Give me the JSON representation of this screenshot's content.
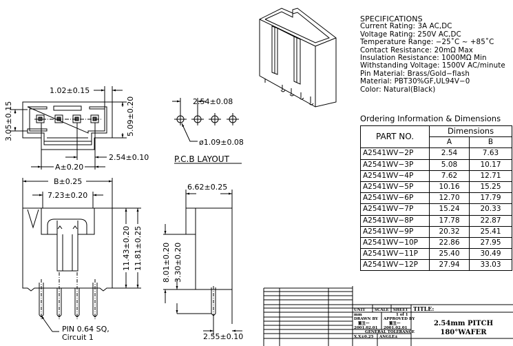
{
  "specifications": {
    "heading": "SPECIFICATIONS",
    "lines": [
      "Current Rating: 3A AC,DC",
      "Voltage Rating: 250V AC,DC",
      "Temperature Range: −25˚C ~ +85˚C",
      "Contact Resistance: 20mΩ Max",
      "Insulation Resistance: 1000MΩ Min",
      "Withstanding Voltage: 1500V AC/minute",
      "Pin Material: Brass/Gold−flash",
      "Material: PBT30%GF,UL94V−0",
      "Color: Natural(Black)"
    ]
  },
  "ordering": {
    "title": "Ordering Information & Dimensions",
    "col_part": "PART NO.",
    "col_dimensions": "Dimensions",
    "col_a": "A",
    "col_b": "B",
    "rows": [
      {
        "part": "A2541WV−2P",
        "a": "2.54",
        "b": "7.63"
      },
      {
        "part": "A2541WV−3P",
        "a": "5.08",
        "b": "10.17"
      },
      {
        "part": "A2541WV−4P",
        "a": "7.62",
        "b": "12.71"
      },
      {
        "part": "A2541WV−5P",
        "a": "10.16",
        "b": "15.25"
      },
      {
        "part": "A2541WV−6P",
        "a": "12.70",
        "b": "17.79"
      },
      {
        "part": "A2541WV−7P",
        "a": "15.24",
        "b": "20.33"
      },
      {
        "part": "A2541WV−8P",
        "a": "17.78",
        "b": "22.87"
      },
      {
        "part": "A2541WV−9P",
        "a": "20.32",
        "b": "25.41"
      },
      {
        "part": "A2541WV−10P",
        "a": "22.86",
        "b": "27.95"
      },
      {
        "part": "A2541WV−11P",
        "a": "25.40",
        "b": "30.49"
      },
      {
        "part": "A2541WV−12P",
        "a": "27.94",
        "b": "33.03"
      }
    ]
  },
  "top_view": {
    "dim_pin_width": "1.02±0.15",
    "dim_inner_height": "3.05±0.15",
    "dim_outer_height": "5.09±0.20",
    "dim_pitch": "2.54±0.10",
    "dim_a": "A±0.20"
  },
  "pcb_layout": {
    "dim_pitch": "2.54±0.08",
    "dim_hole": "ø1.09±0.08",
    "label": "P.C.B LAYOUT"
  },
  "front_view": {
    "dim_b": "B±0.25",
    "dim_inner_width": "7.23±0.20",
    "dim_height_1": "11.43±0.20",
    "dim_height_2": "11.81±0.25",
    "pin_note_1": "PIN  0.64  SQ,",
    "pin_note_2": "Circuit  1"
  },
  "side_view": {
    "dim_depth": "6.62±0.25",
    "dim_height": "8.01±0.20",
    "dim_pin_length": "3.30±0.20",
    "dim_pin_offset": "2.55±0.10"
  },
  "title_block": {
    "unit_label": "UNIT",
    "unit_value": "mm",
    "scale_label": "SCALE",
    "sheet_label": "SHEET",
    "sheet_value": "1 of 1",
    "drawn_by_label": "DRAWN BY",
    "drawn_by_name": "董丑一",
    "drawn_date": "2001.02.01",
    "approved_by_label": "APPROVED BY",
    "approved_by_name": "董丑一",
    "approved_date": "2001.02.01",
    "tolerance_label": "GENERAL TOLERANCE",
    "tolerance_x": "X.X±0.25",
    "angle_label": "ANGLE±",
    "title_label": "TITLE:",
    "title_line1": "2.54mm PITCH",
    "title_line2": "180°WAFER"
  }
}
